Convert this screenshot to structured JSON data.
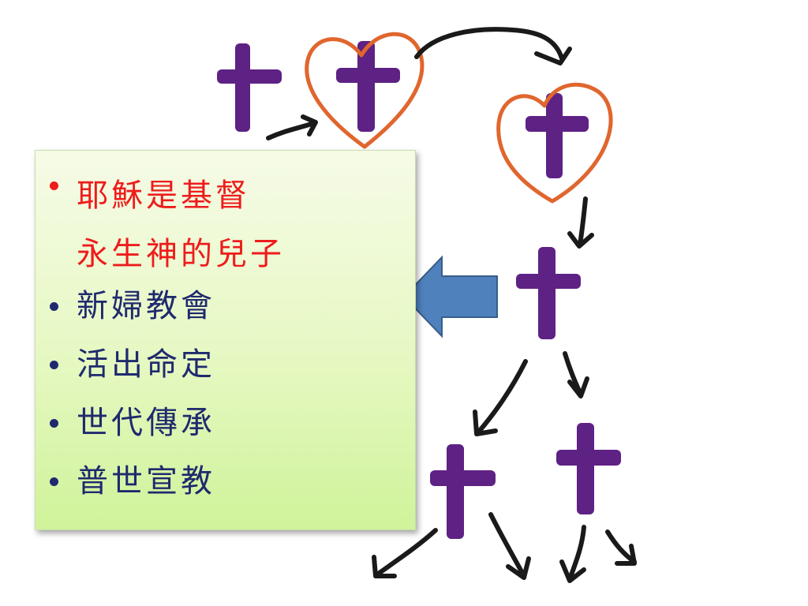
{
  "bullets": [
    {
      "lines": [
        "耶穌是基督",
        "永生神的兒子"
      ],
      "color": "#ee1c1c"
    },
    {
      "lines": [
        "新婦教會"
      ],
      "color": "#1f2a6e"
    },
    {
      "lines": [
        "活出命定"
      ],
      "color": "#1f2a6e"
    },
    {
      "lines": [
        "世代傳承"
      ],
      "color": "#1f2a6e"
    },
    {
      "lines": [
        "普世宣教"
      ],
      "color": "#1f2a6e"
    }
  ],
  "colors": {
    "cross": "#5e2184",
    "heart": "#e0662e",
    "arrow_line": "#1a1a1a",
    "block_arrow": "#4f81bd"
  },
  "icons": [
    "cross-icon",
    "heart-icon",
    "arrow-icon",
    "block-arrow-icon"
  ]
}
